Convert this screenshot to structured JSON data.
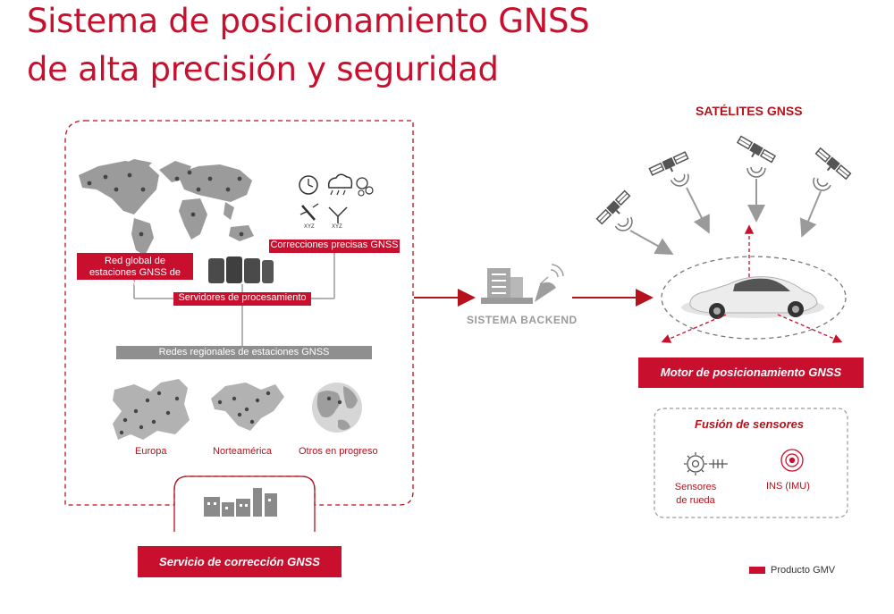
{
  "header": {
    "title_line1": "Sistema de posicionamiento GNSS",
    "title_line2": "de alta precisión y seguridad"
  },
  "colors": {
    "brand_red": "#c8102e",
    "gray": "#8f8f8f",
    "dark_gray": "#555555"
  },
  "correction_service": {
    "global_network_label": "Red global de estaciones GNSS de GMV",
    "precise_corrections_label": "Correcciones precisas GNSS",
    "processing_servers_label": "Servidores de procesamiento",
    "regional_networks_label": "Redes regionales de estaciones GNSS",
    "regions": [
      "Europa",
      "Norteamérica",
      "Otros en progreso"
    ],
    "icon_caption_xyz": "XYZ",
    "service_label": "Servicio de corrección GNSS"
  },
  "backend": {
    "label": "SISTEMA BACKEND"
  },
  "satellites": {
    "label": "SATÉLITES GNSS"
  },
  "engine": {
    "label": "Motor de posicionamiento GNSS"
  },
  "sensor_fusion": {
    "title": "Fusión de sensores",
    "wheel_sensors_label": "Sensores de rueda",
    "ins_label": "INS (IMU)"
  },
  "legend": {
    "gmv_product_label": "Producto GMV"
  }
}
